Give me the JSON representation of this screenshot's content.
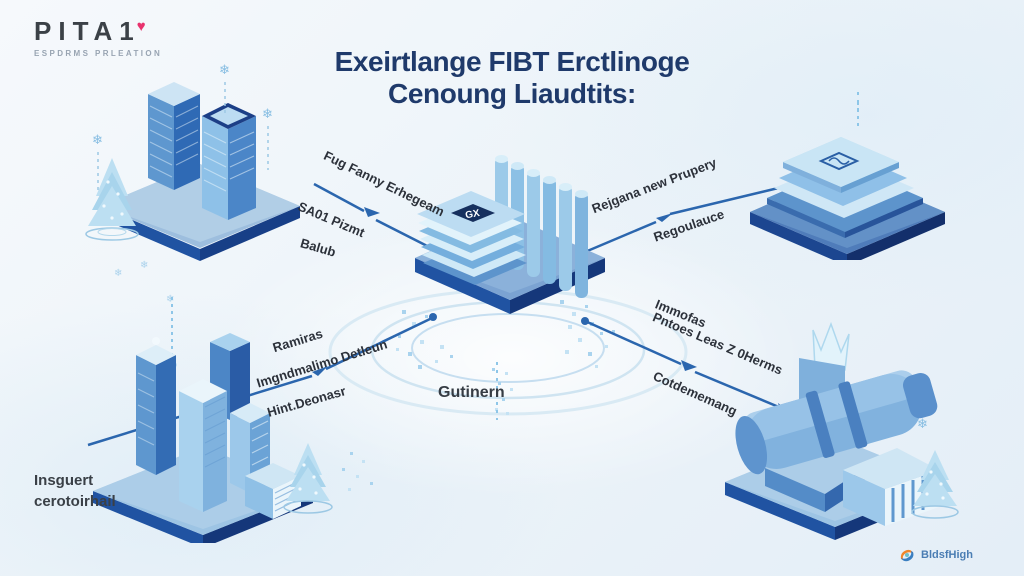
{
  "brand": {
    "name": "PITA1",
    "tagline": "ESPDRMS PRLEATION"
  },
  "title": {
    "line1": "Exeirtlange FIBT Erctlinoge",
    "line2": "Cenoung Liaudtits:"
  },
  "center_node": {
    "chip_label": "GX",
    "caption": "Gutinern"
  },
  "flows": {
    "top_left": {
      "along": "Fug Fanny Erhegeam",
      "line2": "SA01 Pizmt",
      "line3": "Balub"
    },
    "top_right": {
      "along": "Rejgana new Prupery",
      "line2": "Regoulauce"
    },
    "bottom_left": {
      "line1": "Ramiras",
      "line2": "Imgndmalimo Detleun",
      "line3": "Hint.Deonasr"
    },
    "bottom_right": {
      "line1": "Immofas",
      "line2": "Pntoes Leas Z 0Herms",
      "line3": "Cotdememang"
    }
  },
  "captions": {
    "bottom_left_line1": "Insguert",
    "bottom_left_line2": "cerotoirhail"
  },
  "footer": {
    "brand": "BldsfHigh"
  },
  "icons": {
    "snowflake": "❄",
    "heart": "♥"
  },
  "colors": {
    "title_navy": "#1f3a6b",
    "arrow_blue": "#2b66ae",
    "heart_pink": "#e8336e",
    "platform_dark": "#1d4a8f",
    "ice_light": "#bfe0f2"
  }
}
